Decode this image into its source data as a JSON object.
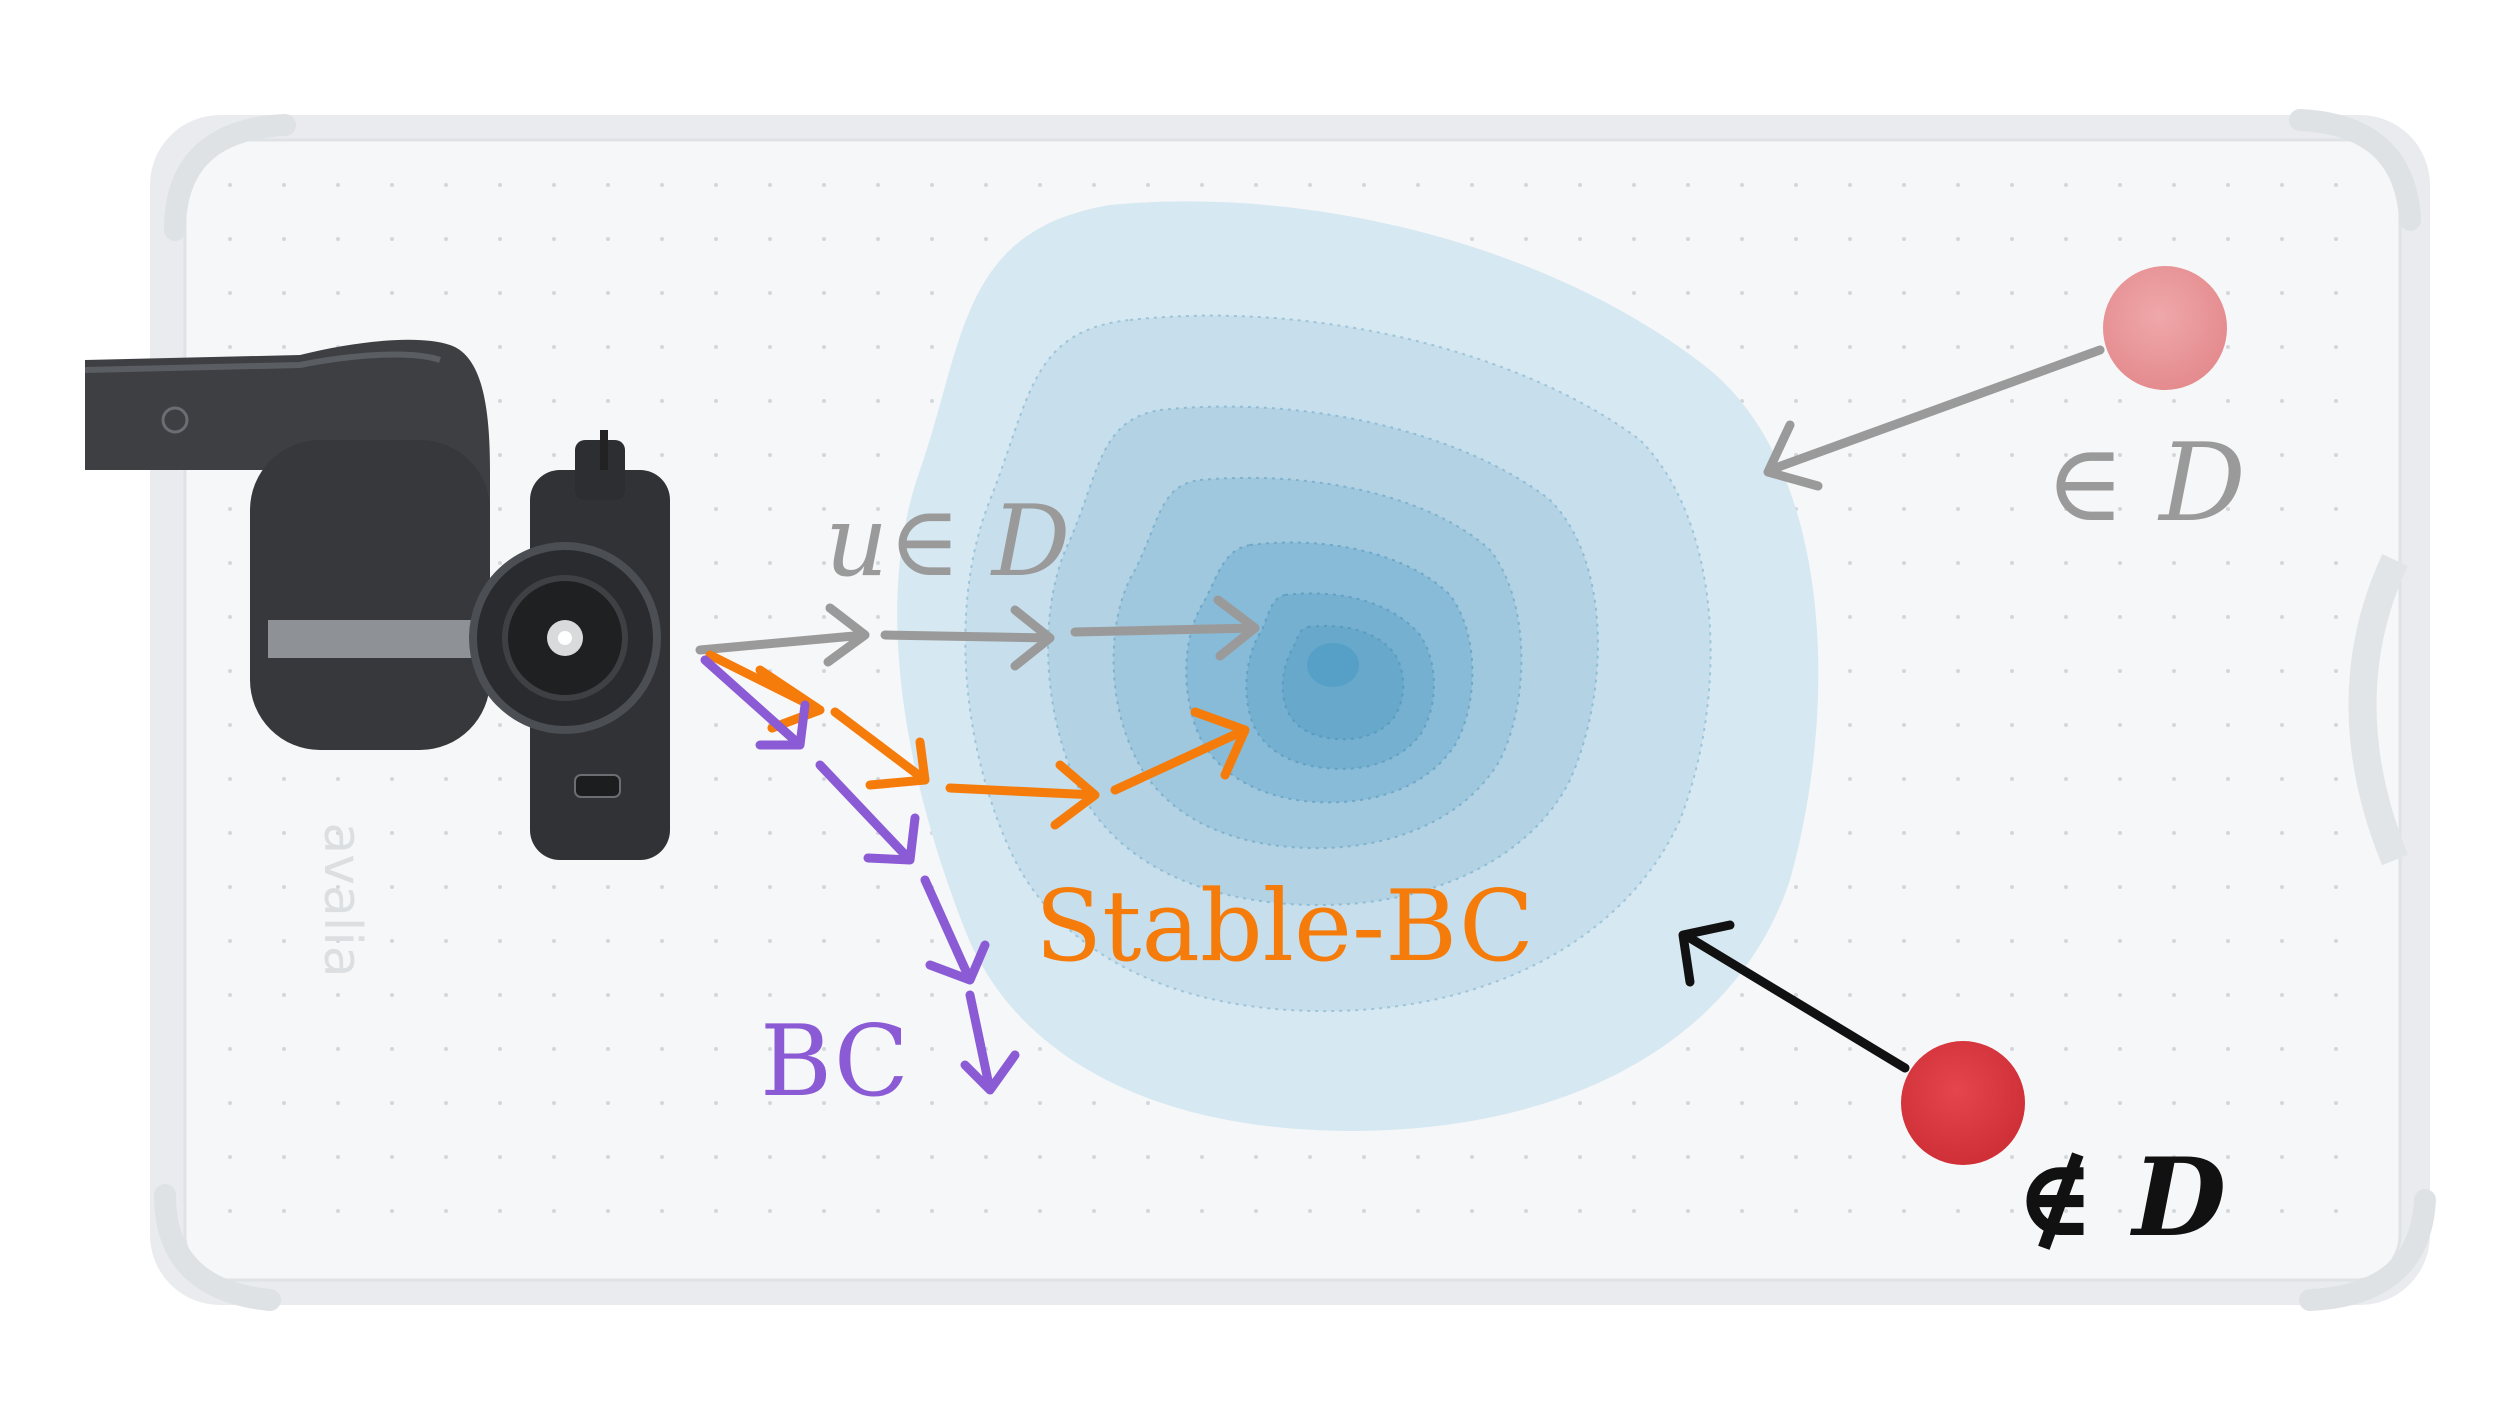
{
  "labels": {
    "u_in_d": "u∈ D",
    "stable_bc": "Stable-BC",
    "bc": "BC",
    "in_d": "∈ D",
    "not_in_d": "∉ D",
    "table_brand": "avalia"
  },
  "colors": {
    "table_surface": "#f6f7f8",
    "table_rim": "#e3e6e9",
    "region_outer": "#d6e8f1",
    "region_inner": "#5ca8cc",
    "stable_bc": "#f57c0a",
    "bc": "#8b5bd6",
    "in_data": "#9a9a9a",
    "not_in_data": "#111111",
    "puck_in": "#e99a9c",
    "puck_out": "#dc3840",
    "robot": "#3b3d40"
  },
  "icons": [
    "robot-arm-icon",
    "puck-icon"
  ]
}
